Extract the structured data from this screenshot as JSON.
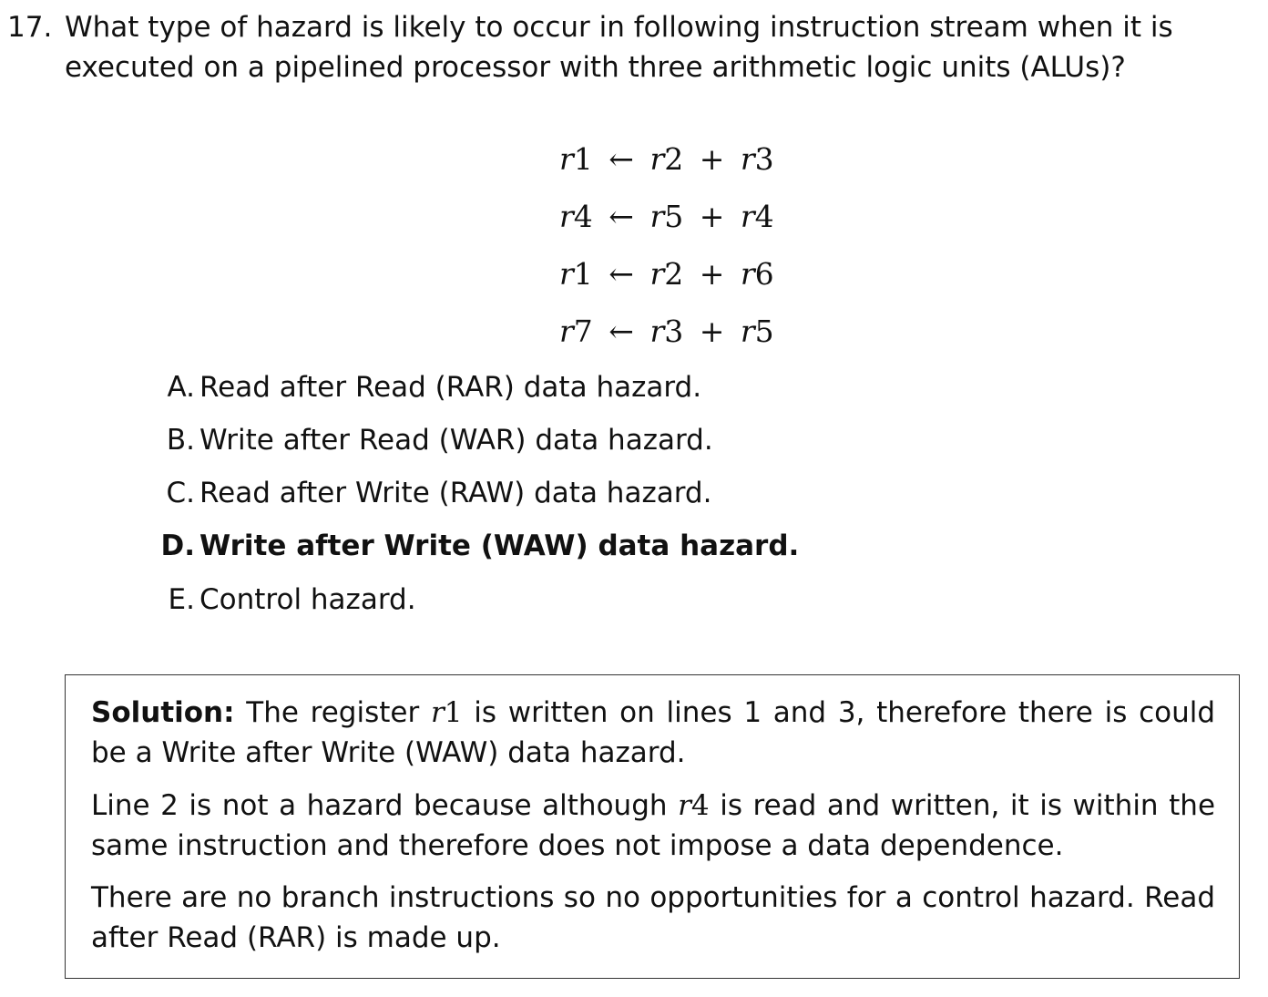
{
  "question": {
    "number": "17.",
    "text": "What type of hazard is likely to occur in following instruction stream when it is executed on a pipelined processor with three arithmetic logic units (ALUs)?"
  },
  "instructions": [
    {
      "dest": "r",
      "dest_n": "1",
      "arrow": "←",
      "a": "r",
      "a_n": "2",
      "plus": "+",
      "b": "r",
      "b_n": "3"
    },
    {
      "dest": "r",
      "dest_n": "4",
      "arrow": "←",
      "a": "r",
      "a_n": "5",
      "plus": "+",
      "b": "r",
      "b_n": "4"
    },
    {
      "dest": "r",
      "dest_n": "1",
      "arrow": "←",
      "a": "r",
      "a_n": "2",
      "plus": "+",
      "b": "r",
      "b_n": "6"
    },
    {
      "dest": "r",
      "dest_n": "7",
      "arrow": "←",
      "a": "r",
      "a_n": "3",
      "plus": "+",
      "b": "r",
      "b_n": "5"
    }
  ],
  "options": [
    {
      "letter": "A.",
      "text": "Read after Read (RAR) data hazard."
    },
    {
      "letter": "B.",
      "text": "Write after Read (WAR) data hazard."
    },
    {
      "letter": "C.",
      "text": "Read after Write (RAW) data hazard."
    },
    {
      "letter": "D.",
      "text": "Write after Write (WAW) data hazard.",
      "correct": true
    },
    {
      "letter": "E.",
      "text": "Control hazard."
    }
  ],
  "solution": {
    "label": "Solution:",
    "p1_before": "The register",
    "p1_var": "r",
    "p1_var_n": "1",
    "p1_after": "is written on lines 1 and 3, therefore there is could be a Write after Write (WAW) data hazard.",
    "p2_before": "Line 2 is not a hazard because although",
    "p2_var": "r",
    "p2_var_n": "4",
    "p2_after": "is read and written, it is within the same instruction and therefore does not impose a data dependence.",
    "p3": "There are no branch instructions so no opportunities for a control hazard. Read after Read (RAR) is made up."
  }
}
